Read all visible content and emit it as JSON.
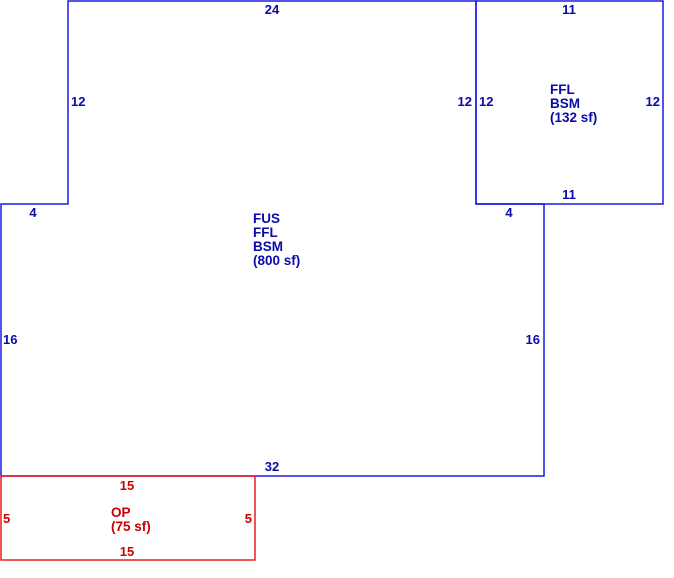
{
  "colors": {
    "main_outline": "#1a1ae6",
    "main_text": "#0a0aa8",
    "porch_outline": "#ee1c1c",
    "porch_text": "#cc0000",
    "background": "#ffffff"
  },
  "main_building": {
    "labels": [
      "FUS",
      "FFL",
      "BSM",
      "(800 sf)"
    ],
    "dimensions": {
      "top": "24",
      "upper_left_side": "12",
      "upper_right_side": "12",
      "left_step": "4",
      "right_step": "4",
      "left_side": "16",
      "right_side": "16",
      "bottom": "32"
    }
  },
  "addition": {
    "labels": [
      "FFL",
      "BSM",
      "(132 sf)"
    ],
    "dimensions": {
      "top": "11",
      "bottom": "11",
      "left": "12",
      "right": "12"
    }
  },
  "porch": {
    "labels": [
      "OP",
      "(75 sf)"
    ],
    "dimensions": {
      "top": "15",
      "bottom": "15",
      "left": "5",
      "right": "5"
    }
  }
}
